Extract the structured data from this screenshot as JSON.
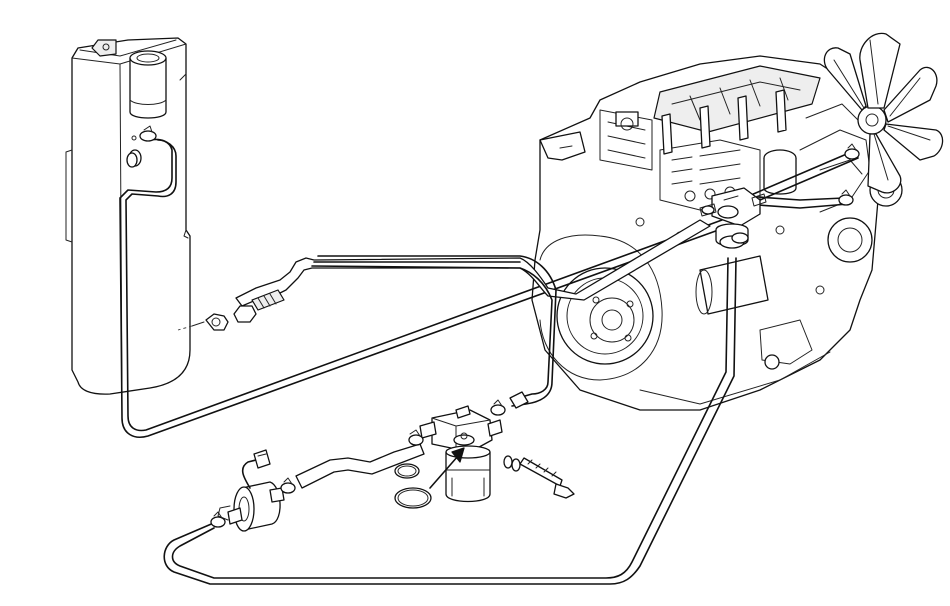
{
  "diagram": {
    "components": [
      {
        "id": "fuel-tank",
        "kind": "fuel-tank"
      },
      {
        "id": "engine",
        "kind": "engine-assembly"
      },
      {
        "id": "cooling-fan",
        "kind": "fan"
      },
      {
        "id": "water-separator",
        "kind": "fuel-filter-water-separator"
      },
      {
        "id": "fuel-pump",
        "kind": "electric-fuel-pump"
      },
      {
        "id": "bolt",
        "kind": "mounting-bolt"
      },
      {
        "id": "o-ring-small",
        "kind": "o-ring"
      },
      {
        "id": "o-ring-large",
        "kind": "o-ring"
      },
      {
        "id": "hose-clamps",
        "kind": "hose-clamp"
      }
    ],
    "lines": [
      {
        "id": "tank-return-line",
        "from": "fuel-tank",
        "to": "engine"
      },
      {
        "id": "tank-feed-line",
        "from": "fuel-tank",
        "to": "water-separator"
      },
      {
        "id": "pump-feed-hose",
        "from": "water-separator",
        "to": "fuel-pump"
      },
      {
        "id": "engine-supply-line",
        "from": "fuel-pump",
        "to": "engine"
      },
      {
        "id": "injector-return-line",
        "from": "engine",
        "to": "engine"
      }
    ]
  }
}
